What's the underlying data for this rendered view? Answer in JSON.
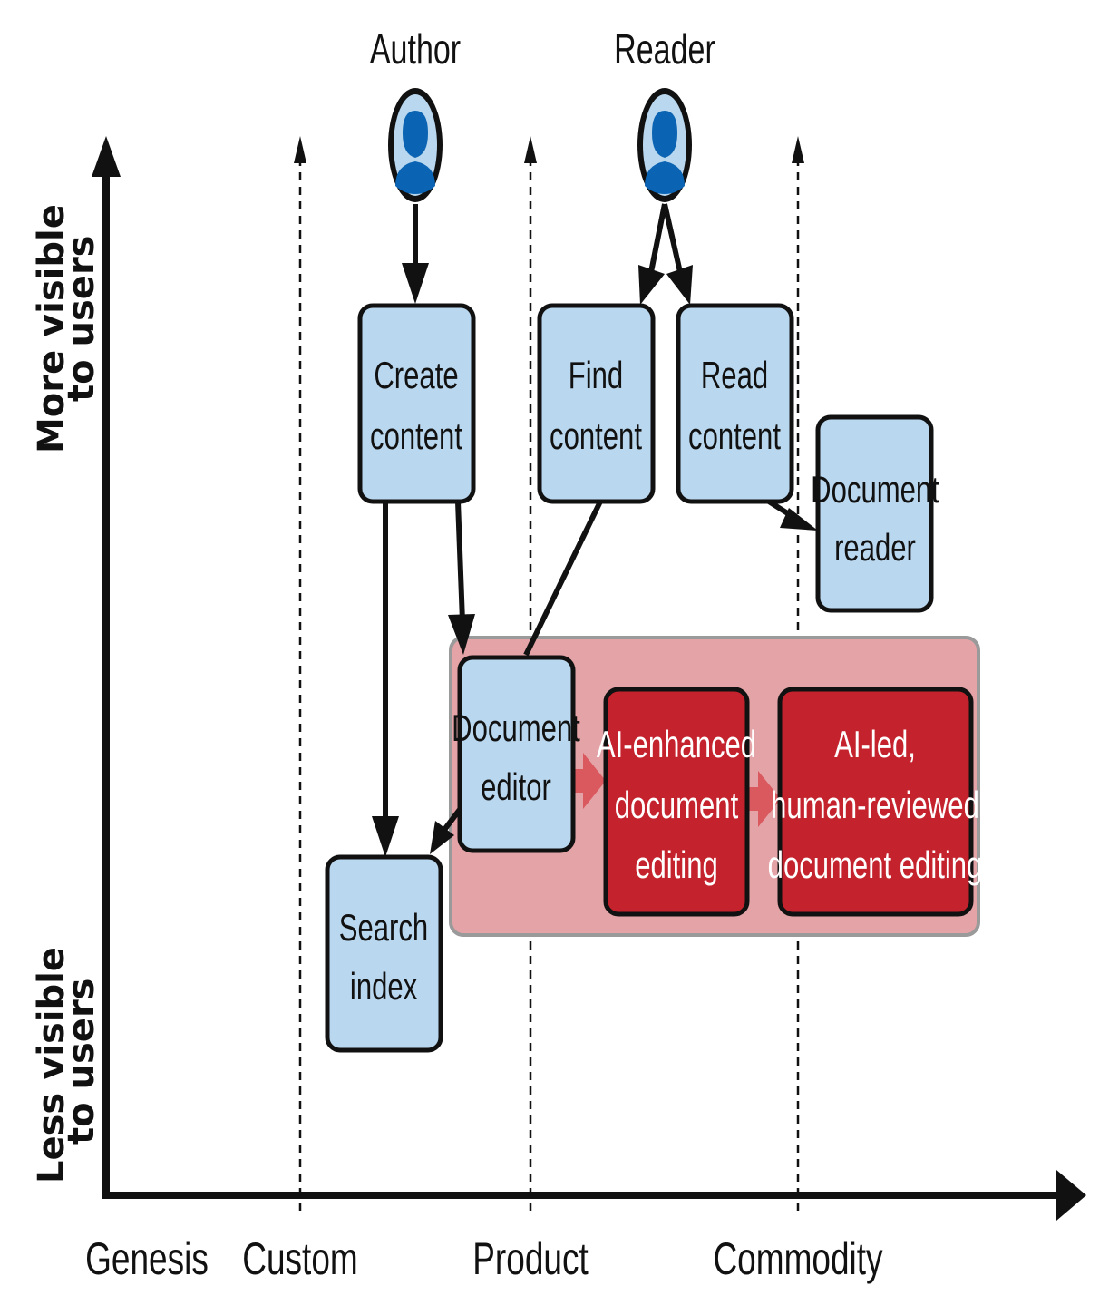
{
  "users": {
    "author": "Author",
    "reader": "Reader"
  },
  "axes": {
    "y_top": [
      "More visible",
      "to users"
    ],
    "y_bottom": [
      "Less visible",
      "to users"
    ]
  },
  "stages": [
    "Genesis",
    "Custom",
    "Product",
    "Commodity"
  ],
  "nodes": {
    "create_content": [
      "Create",
      "content"
    ],
    "find_content": [
      "Find",
      "content"
    ],
    "read_content": [
      "Read",
      "content"
    ],
    "document_reader": [
      "Document",
      "reader"
    ],
    "document_editor": [
      "Document",
      "editor"
    ],
    "ai_enhanced": [
      "AI-enhanced",
      "document",
      "editing"
    ],
    "ai_led": [
      "AI-led,",
      "human-reviewed",
      "document editing"
    ],
    "search_index": [
      "Search",
      "index"
    ]
  },
  "colors": {
    "node_fill": "#b9d7ee",
    "node_stroke": "#111111",
    "ai_fill": "#c4222c",
    "highlight_fill": "#e4a3a6",
    "highlight_stroke": "#9a9a9a",
    "evolution_arrow": "#d9595f",
    "user_icon": "#0b64b3"
  }
}
